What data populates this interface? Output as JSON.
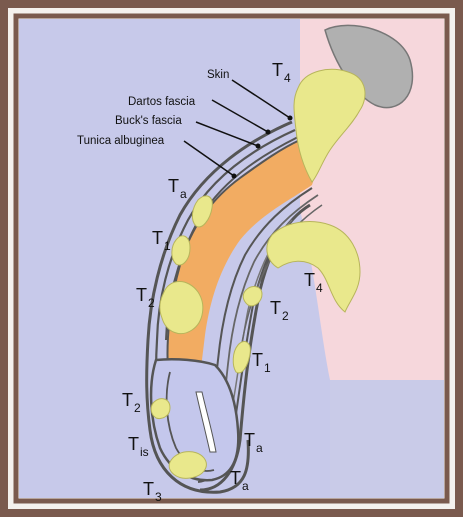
{
  "colors": {
    "frame": "#7a5a4e",
    "background_left": "#c7c9ea",
    "background_right": "#f6d7dc",
    "background_bottom": "#c9cbe8",
    "corpus": "#f2ac62",
    "tumor": "#e9e88c",
    "tumor_stroke": "#b7b55b",
    "testis": "#b0b0b0",
    "layers": "#555555"
  },
  "layer_labels": {
    "skin": "Skin",
    "dartos": "Dartos fascia",
    "bucks": "Buck's fascia",
    "tunica": "Tunica albuginea"
  },
  "stages": [
    {
      "id": "t4-top",
      "letter": "T",
      "sub": "4"
    },
    {
      "id": "ta-upper",
      "letter": "T",
      "sub": "a"
    },
    {
      "id": "t1-upper",
      "letter": "T",
      "sub": "1"
    },
    {
      "id": "t2-upper",
      "letter": "T",
      "sub": "2"
    },
    {
      "id": "t4-right",
      "letter": "T",
      "sub": "4"
    },
    {
      "id": "t2-right",
      "letter": "T",
      "sub": "2"
    },
    {
      "id": "t1-right",
      "letter": "T",
      "sub": "1"
    },
    {
      "id": "t2-lower",
      "letter": "T",
      "sub": "2"
    },
    {
      "id": "tis",
      "letter": "T",
      "sub": "is"
    },
    {
      "id": "ta-lower-1",
      "letter": "T",
      "sub": "a"
    },
    {
      "id": "t3",
      "letter": "T",
      "sub": "3"
    },
    {
      "id": "ta-lower-2",
      "letter": "T",
      "sub": "a"
    }
  ]
}
